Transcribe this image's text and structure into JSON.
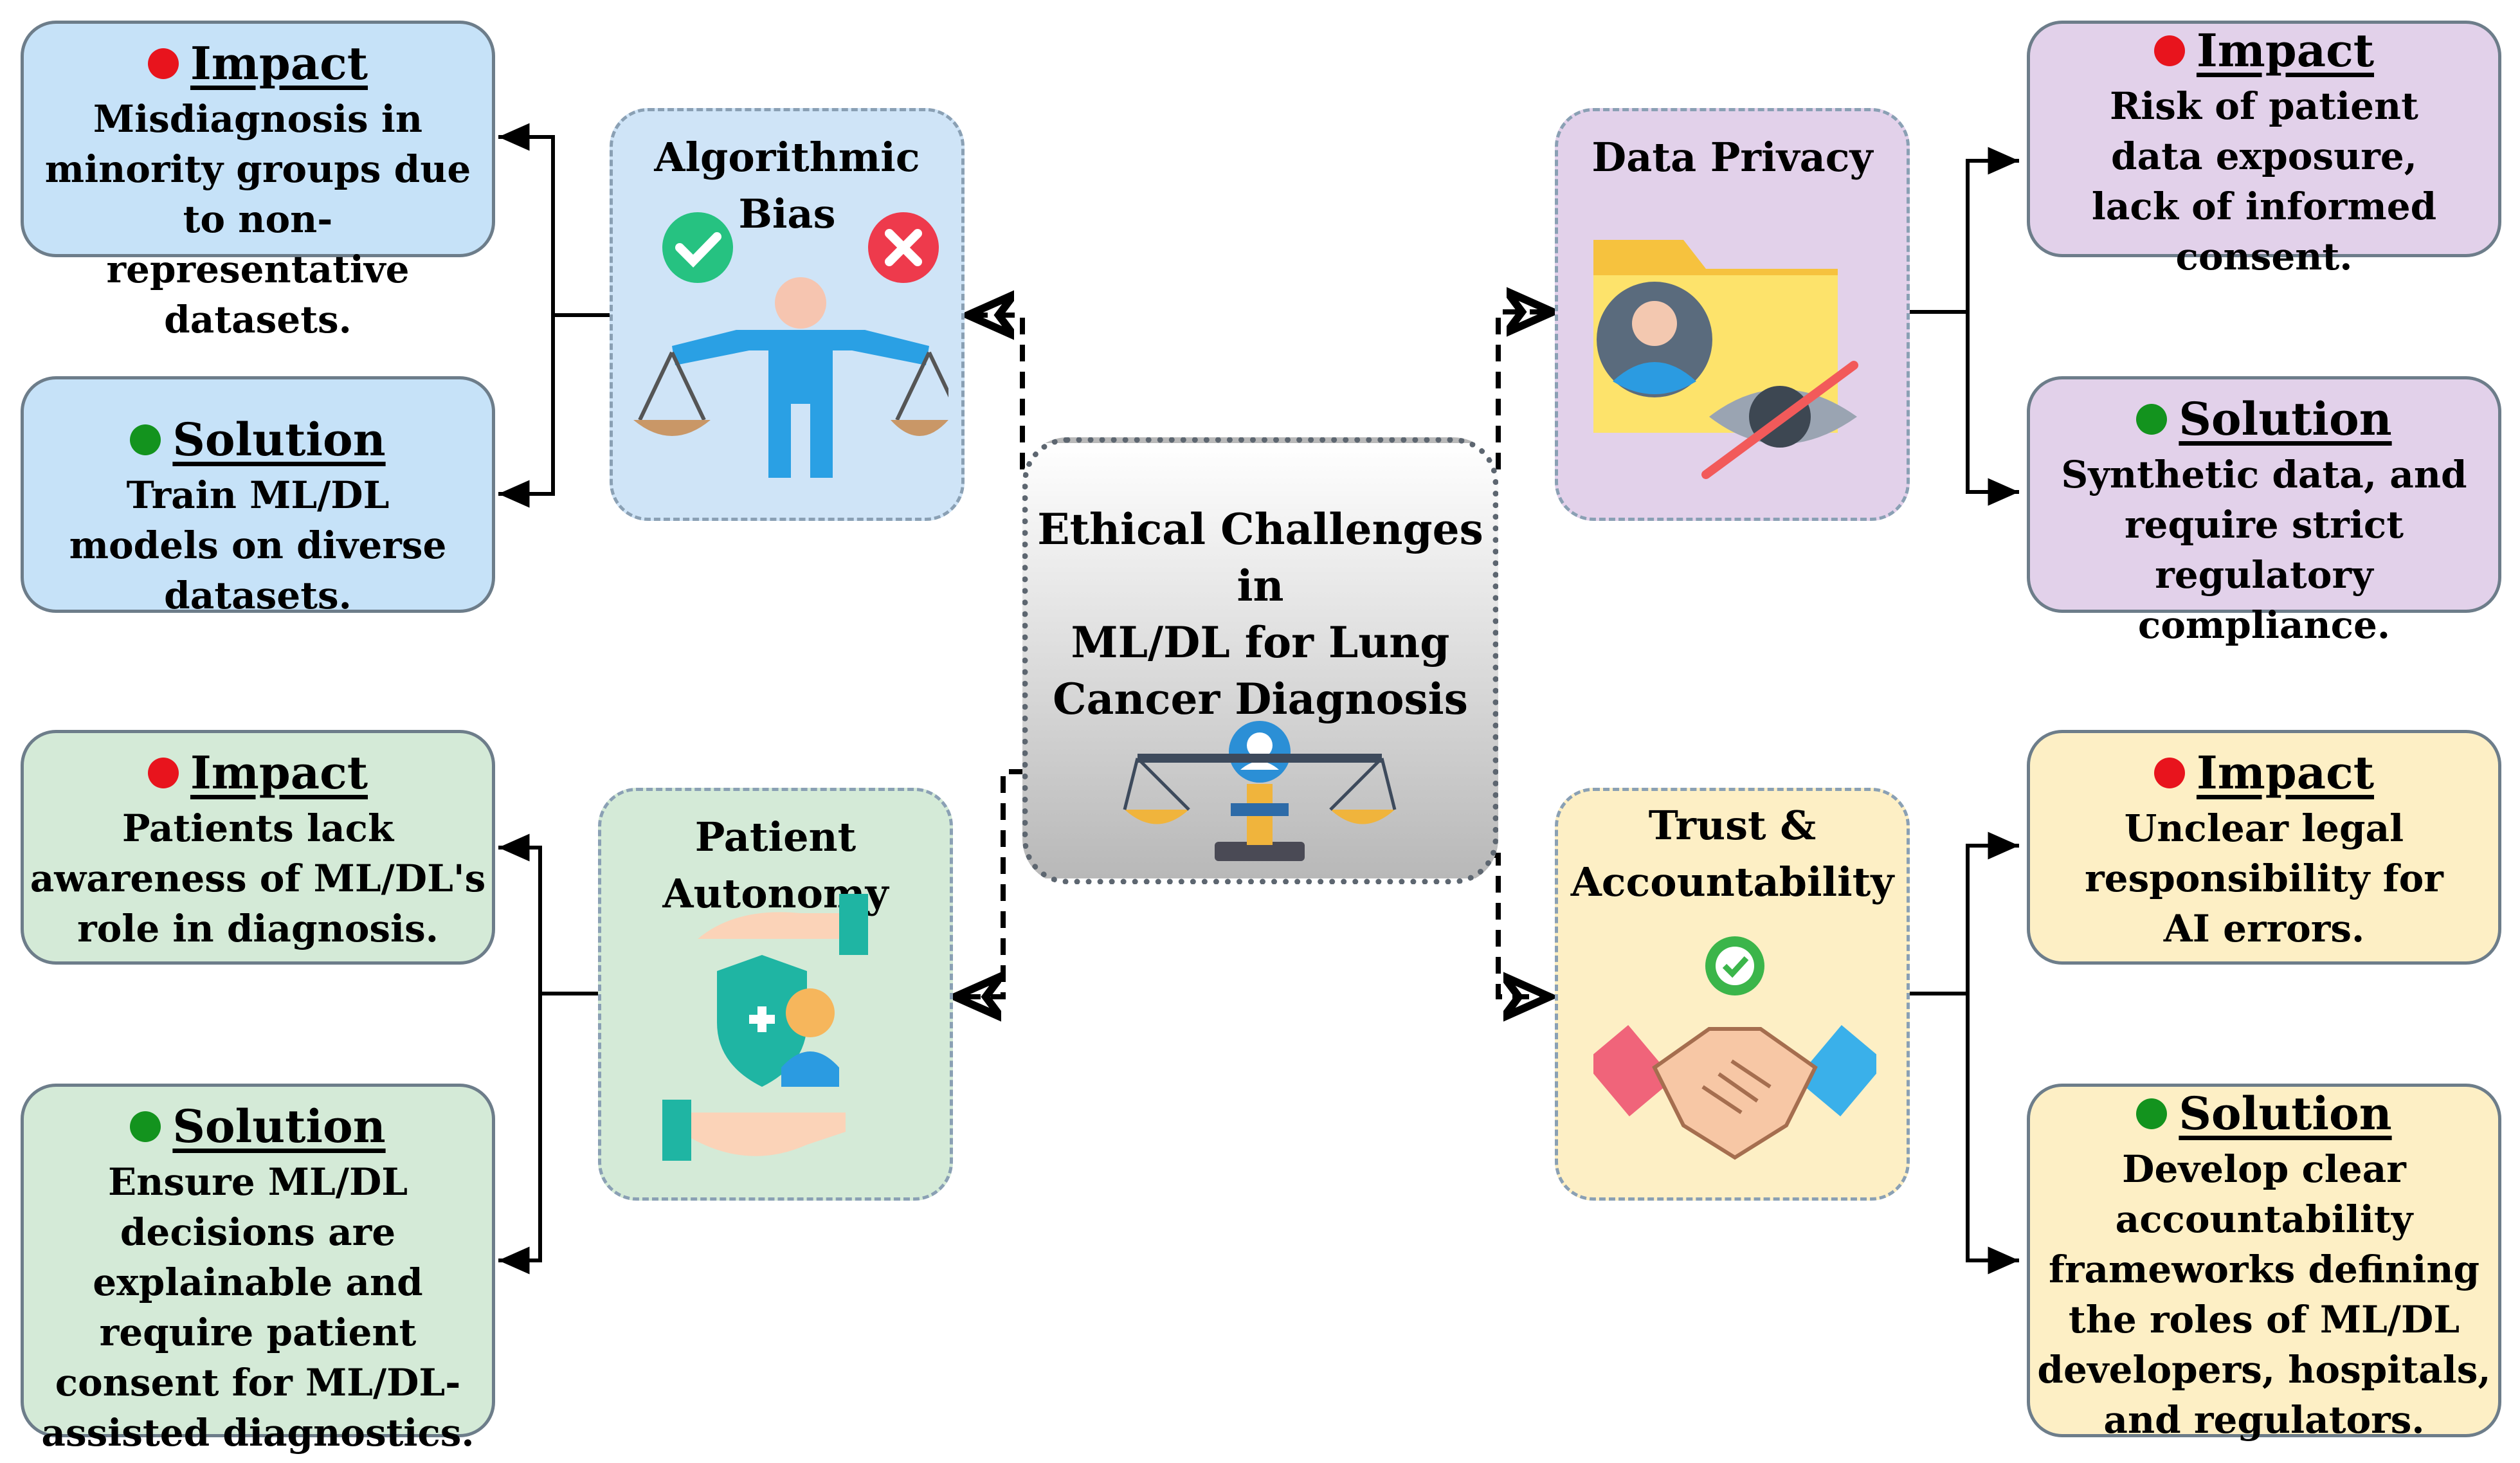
{
  "center": {
    "title": "Ethical Challenges in\nML/DL for Lung\nCancer Diagnosis"
  },
  "categories": {
    "algorithmic_bias": "Algorithmic Bias",
    "data_privacy": "Data Privacy",
    "patient_autonomy": "Patient Autonomy",
    "trust_line1": "Trust &",
    "trust_line2": "Accountability"
  },
  "labels": {
    "impact": "Impact",
    "solution": "Solution"
  },
  "boxes": {
    "bias_impact": "Misdiagnosis in minority groups due to non-representative datasets.",
    "bias_solution": "Train ML/DL models on diverse datasets.",
    "privacy_impact": "Risk of patient data exposure, lack of informed consent.",
    "privacy_solution": "Synthetic data, and require strict regulatory compliance.",
    "autonomy_impact": "Patients lack awareness of ML/DL's role in diagnosis.",
    "autonomy_solution": "Ensure ML/DL decisions are explainable and require patient consent for ML/DL-assisted diagnostics.",
    "trust_impact": "Unclear legal responsibility for AI errors.",
    "trust_solution": "Develop clear accountability frameworks defining the roles of ML/DL developers, hospitals, and regulators."
  },
  "colors": {
    "blue": "#cfe4f7",
    "blue_box": "#c6e2f8",
    "purple": "#e2d1ea",
    "green": "#d4ead7",
    "yellow": "#fdefc5",
    "impact_dot": "#e8141d",
    "solution_dot": "#13931e"
  },
  "icons": [
    "check-icon",
    "cross-icon",
    "scales-person-icon",
    "folder-user-icon",
    "eye-slash-icon",
    "shield-person-icon",
    "hands-icon",
    "handshake-icon",
    "justice-scale-icon"
  ]
}
